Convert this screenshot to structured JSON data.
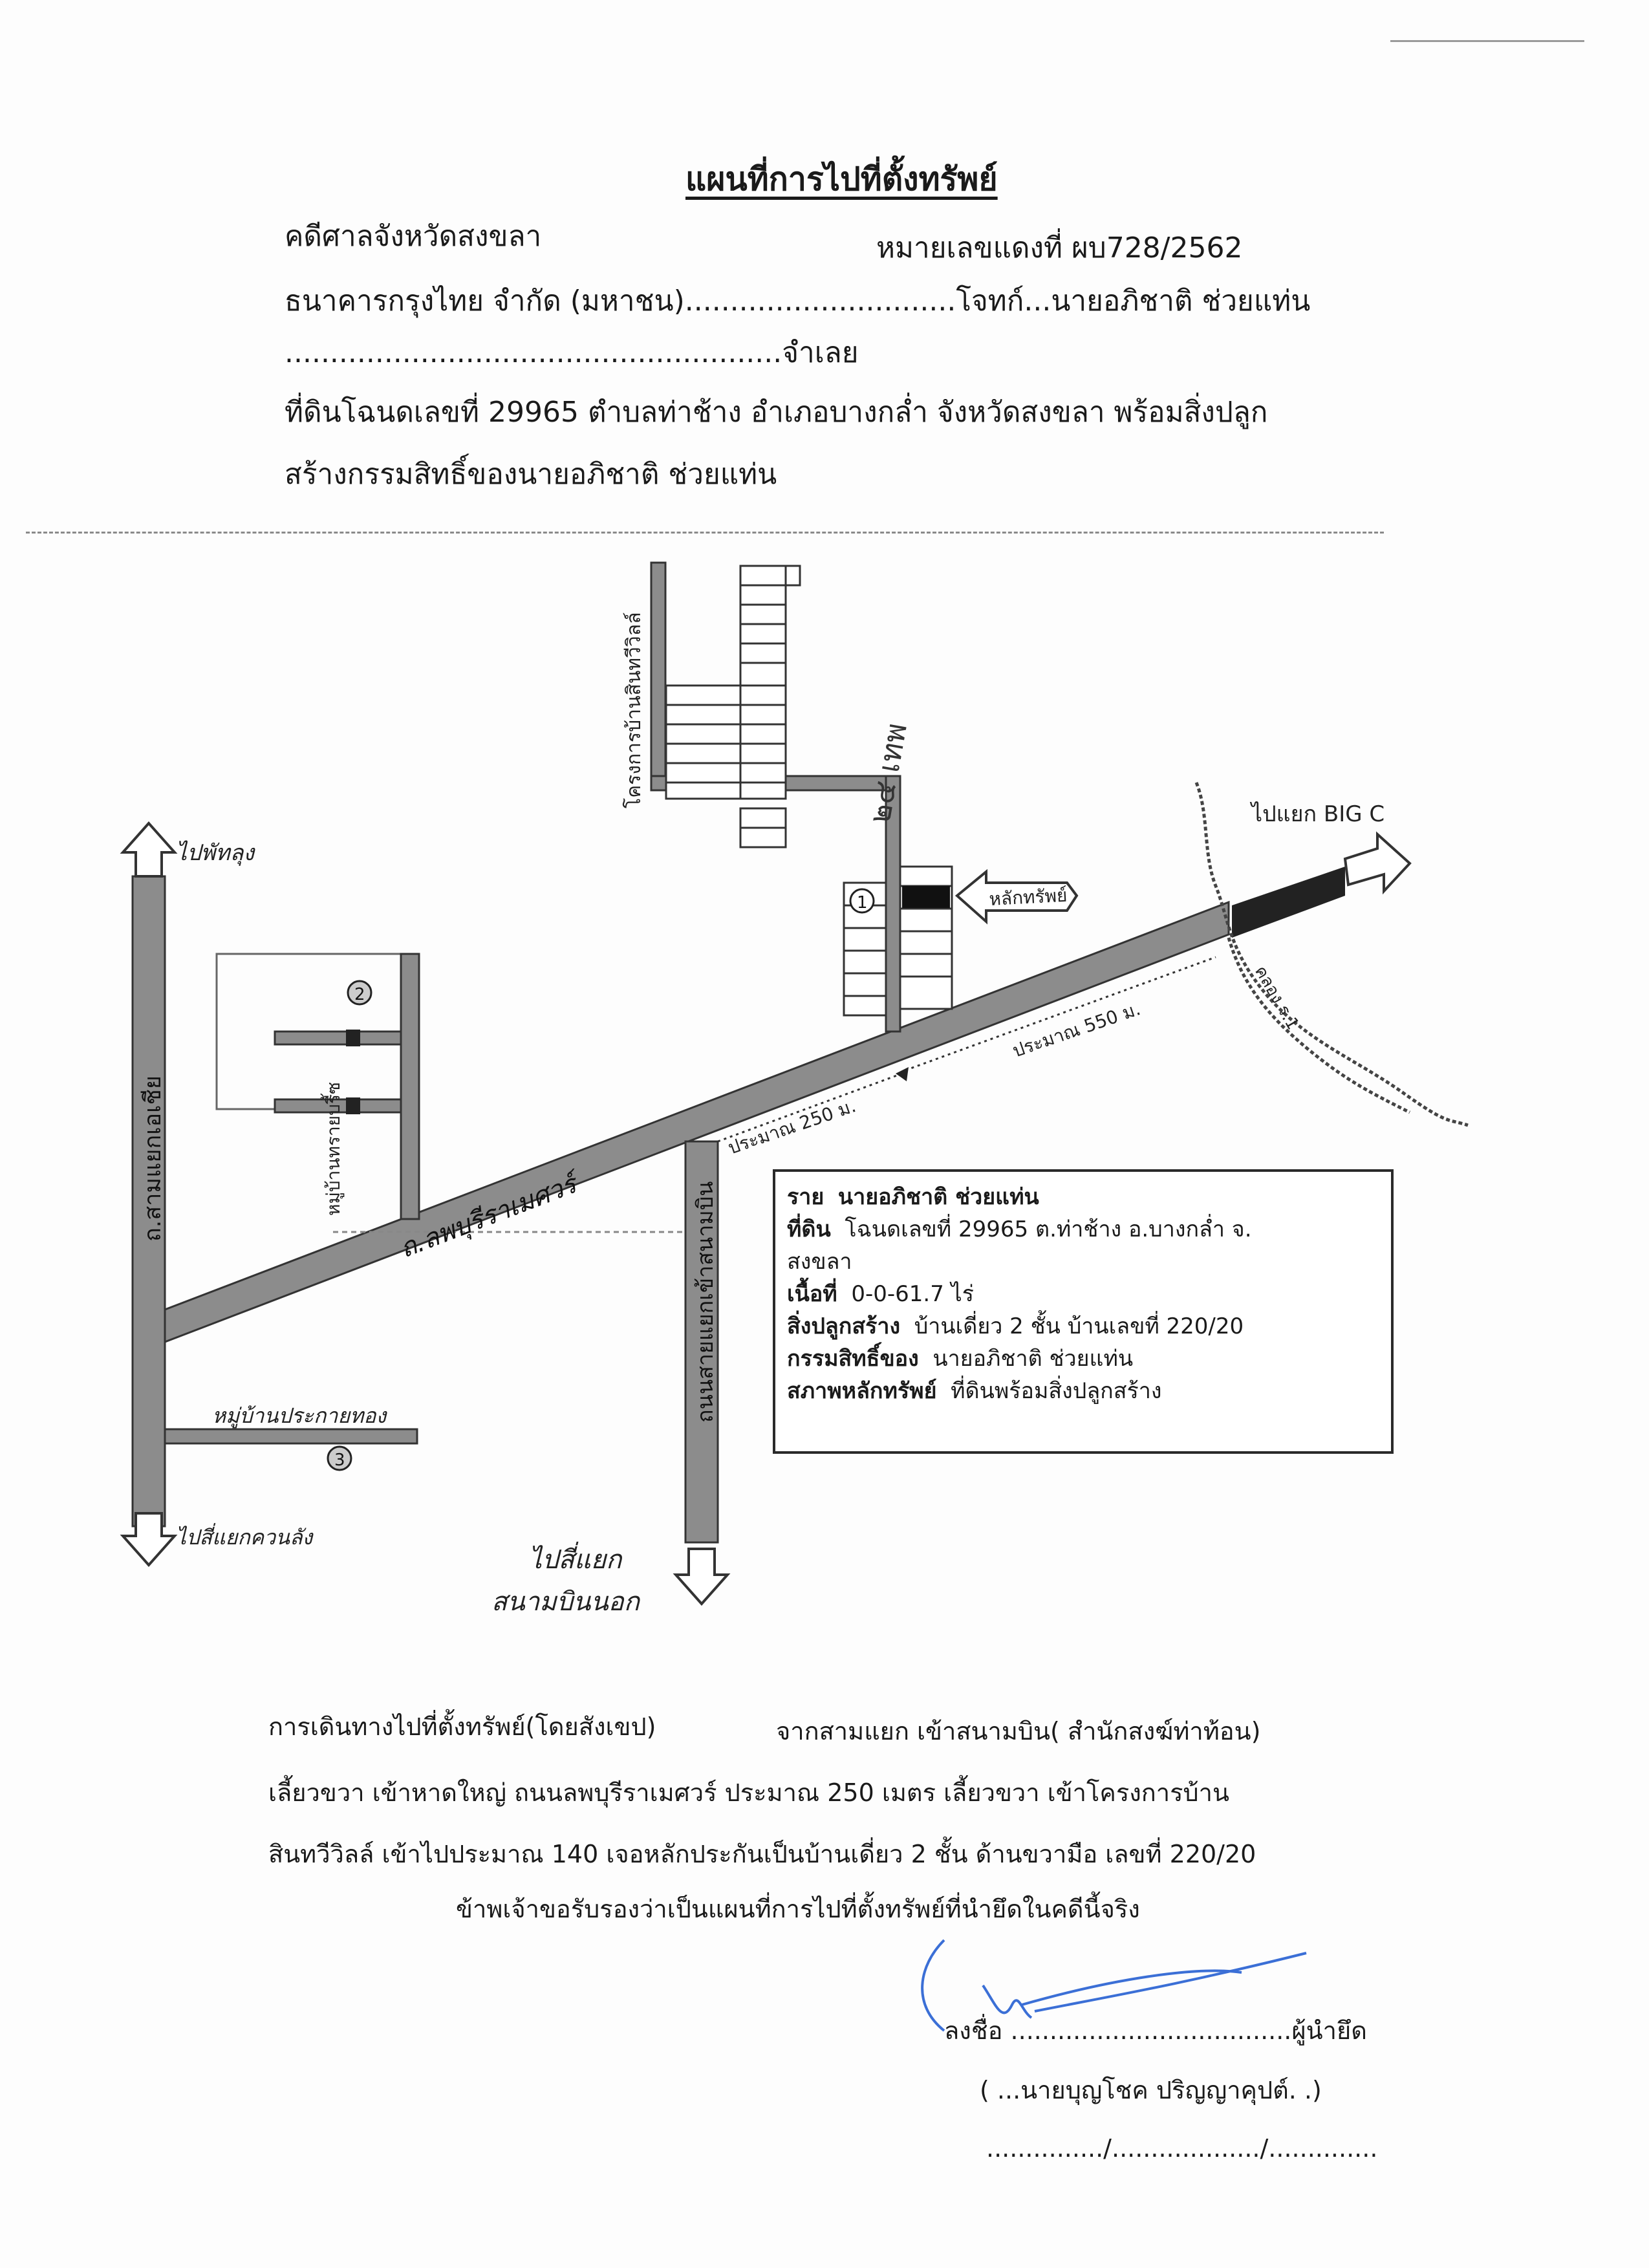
{
  "header": {
    "title": "แผนที่การไปที่ตั้งทรัพย์",
    "court": "คดีศาลจังหวัดสงขลา",
    "case_no": "หมายเลขแดงที่ ผบ728/2562",
    "plaintiff_line": "ธนาคารกรุงไทย จำกัด (มหาชน)..............................โจทก์...นายอภิชาติ  ช่วยแท่น",
    "defendant_line": ".......................................................จำเลย",
    "land_line_1": "ที่ดินโฉนดเลขที่  29965   ตำบลท่าช้าง อำเภอบางกล่ำ จังหวัดสงขลา พร้อมสิ่งปลูก",
    "land_line_2": "สร้างกรรมสิทธิ์ของนายอภิชาติ  ช่วยแท่น"
  },
  "map": {
    "to_phatthalung": "ไปพัทลุง",
    "to_big_c": "ไปแยก BIG C",
    "project_name": "โครงการบ้านสินทวีวิลล์",
    "property_marker": "หลักทรัพย์",
    "handwritten_note": "๒๔ เทพ",
    "road_lopburi": "ถ.ลพบุรีราเมศวร์",
    "road_left": "ถ.สามแยกเอเชีย",
    "village_upper": "หมู่บ้านทรายบรี้ซ",
    "village_lower": "หมู่บ้านประกายทอง",
    "to_kuanlang": "ไปสี่แยกควนลัง",
    "to_airport_1": "ไปสี่แยก",
    "to_airport_2": "สนามบินนอก",
    "road_airport": "ถนนสายแยกเข้าสนามบิน",
    "dist_550": "ประมาณ 550 ม.",
    "dist_250": "ประมาณ 250 ม.",
    "canal": "คลอง ร.1",
    "marker_1": "1",
    "marker_2": "2",
    "marker_3": "3"
  },
  "info_box": {
    "owner_label": "ราย",
    "owner_value": "นายอภิชาติ  ช่วยแท่น",
    "land_label": "ที่ดิน",
    "land_value": "โฉนดเลขที่ 29965  ต.ท่าช้าง อ.บางกล่ำ จ.",
    "land_value_2": "สงขลา",
    "area_label": "เนื้อที่",
    "area_value": "0-0-61.7 ไร่",
    "building_label": "สิ่งปลูกสร้าง",
    "building_value": "บ้านเดี่ยว 2 ชั้น บ้านเลขที่ 220/20",
    "ownership_label": "กรรมสิทธิ์ของ",
    "ownership_value": "นายอภิชาติ  ช่วยแท่น",
    "condition_label": "สภาพหลักทรัพย์",
    "condition_value": "ที่ดินพร้อมสิ่งปลูกสร้าง"
  },
  "directions": {
    "label": "การเดินทางไปที่ตั้งทรัพย์(โดยสังเขป)",
    "line_1_rest": "จากสามแยก  เข้าสนามบิน(  สำนักสงฆ์ท่าท้อน)",
    "line_2": "เลี้ยวขวา  เข้าหาดใหญ่  ถนนลพบุรีราเมศวร์   ประมาณ  250   เมตร   เลี้ยวขวา เข้าโครงการบ้าน",
    "line_3": "สินทวีวิลล์  เข้าไปประมาณ  140  เจอหลักประกันเป็นบ้านเดี่ยว 2  ชั้น  ด้านขวามือ  เลขที่  220/20",
    "certify": "ข้าพเจ้าขอรับรองว่าเป็นแผนที่การไปที่ตั้งทรัพย์ที่นำยึดในคดีนี้จริง"
  },
  "signature": {
    "sign_line": "ลงชื่อ ....................................ผู้นำยึด",
    "name_line": "( ...นายบุญโชค   ปริญญาคุปต์.   .)",
    "date_line": ".............../.................../.............."
  }
}
